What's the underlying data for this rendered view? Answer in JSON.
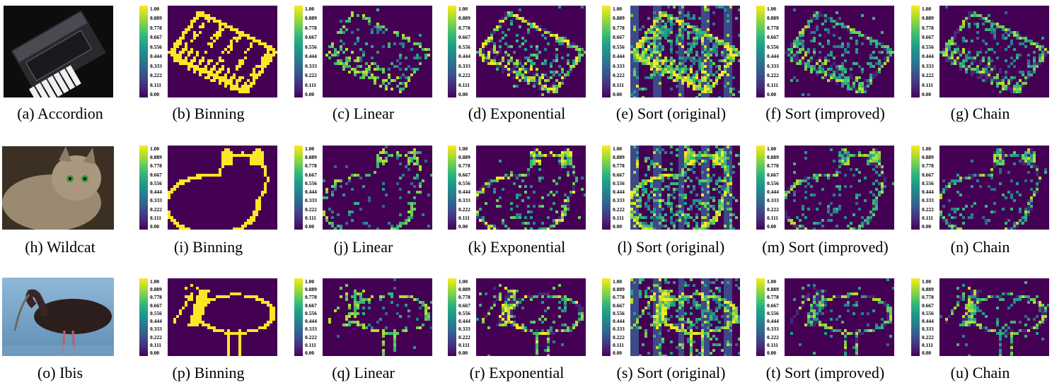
{
  "colorbar_ticks": [
    "1.00",
    "0.889",
    "0.778",
    "0.667",
    "0.556",
    "0.444",
    "0.333",
    "0.222",
    "0.111",
    "0.00"
  ],
  "colormap": [
    "#440154",
    "#482878",
    "#3e4989",
    "#31688e",
    "#26828e",
    "#1f9e89",
    "#35b779",
    "#6ece58",
    "#b5de2b",
    "#fde725"
  ],
  "rows": [
    {
      "subject": "accordion",
      "captions": [
        "(a) Accordion",
        "(b) Binning",
        "(c) Linear",
        "(d) Exponential",
        "(e) Sort (original)",
        "(f) Sort (improved)",
        "(g) Chain"
      ]
    },
    {
      "subject": "wildcat",
      "captions": [
        "(h) Wildcat",
        "(i) Binning",
        "(j) Linear",
        "(k) Exponential",
        "(l) Sort (original)",
        "(m) Sort (improved)",
        "(n) Chain"
      ]
    },
    {
      "subject": "ibis",
      "captions": [
        "(o) Ibis",
        "(p) Binning",
        "(q) Linear",
        "(r) Exponential",
        "(s) Sort (original)",
        "(t) Sort (improved)",
        "(u) Chain"
      ]
    }
  ]
}
